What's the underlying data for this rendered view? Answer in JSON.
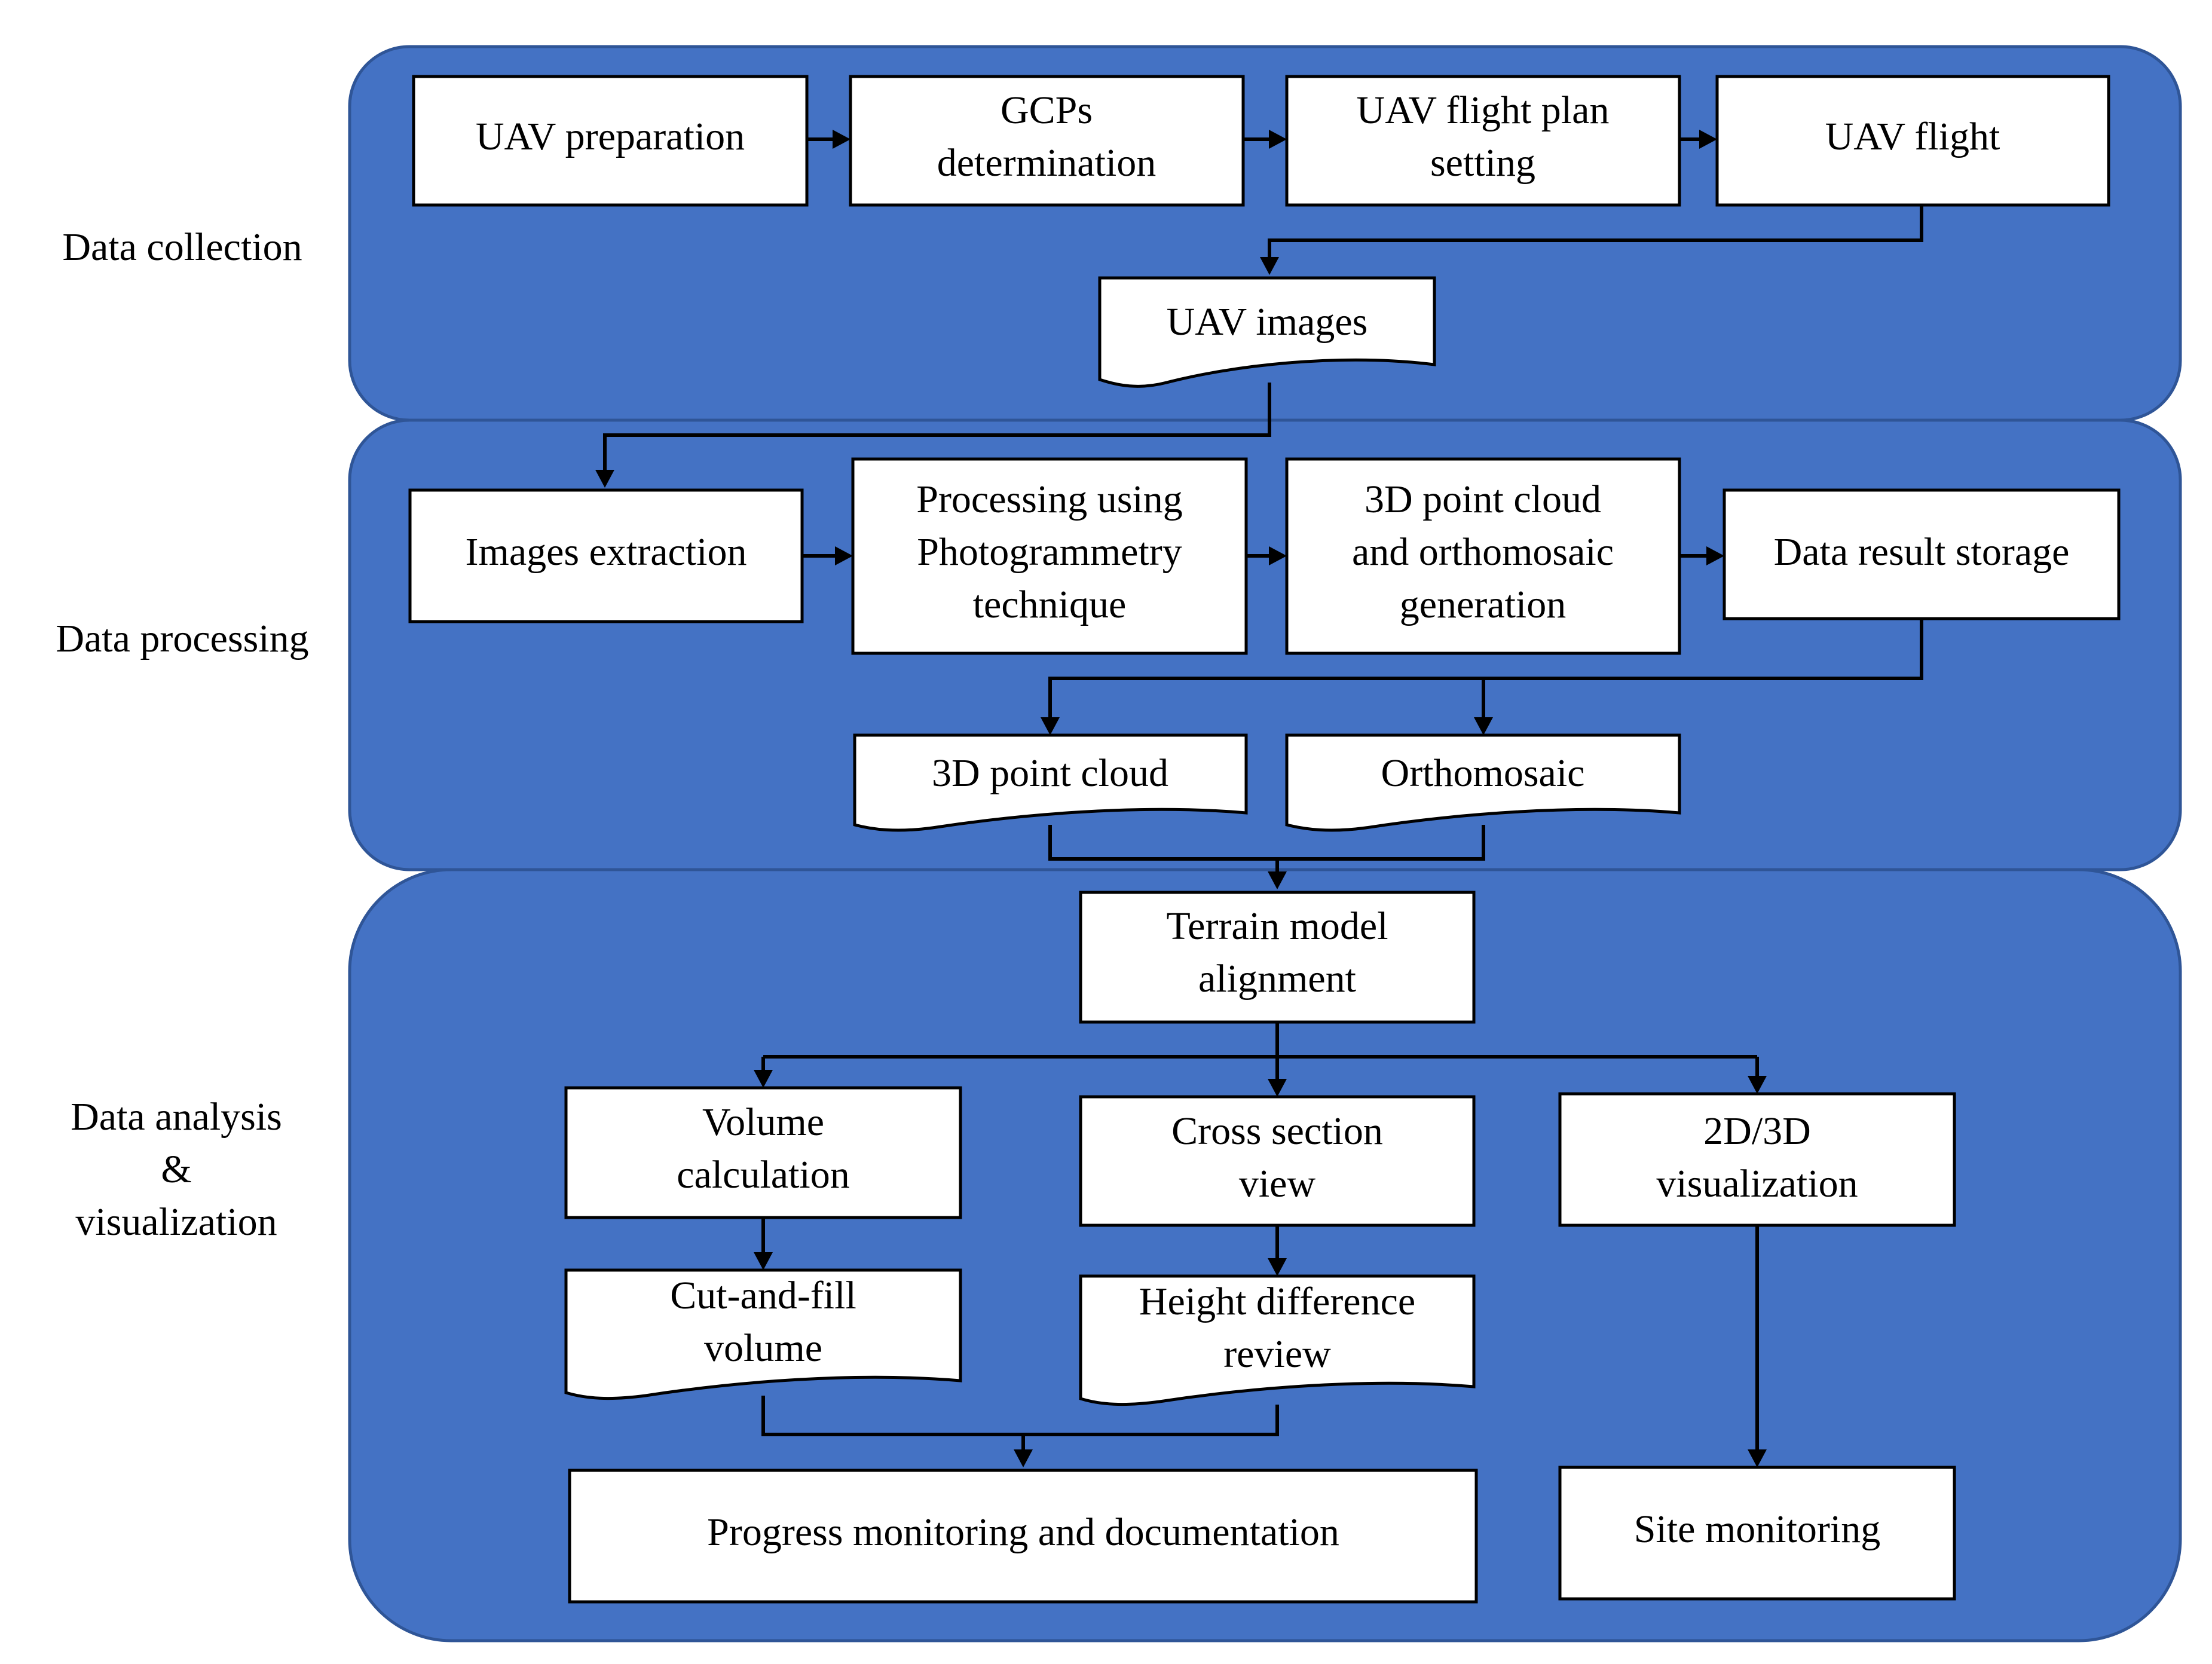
{
  "colors": {
    "panel_fill": "#4472C4",
    "panel_stroke": "#2F5597",
    "box_fill": "#ffffff",
    "line": "#000000"
  },
  "stages": {
    "collection": [
      "Data collection"
    ],
    "processing": [
      "Data processing"
    ],
    "analysis": [
      "Data analysis",
      "&",
      "visualization"
    ]
  },
  "nodes": {
    "uav_preparation": [
      "UAV preparation"
    ],
    "gcps_determination": [
      "GCPs",
      "determination"
    ],
    "flight_plan": [
      "UAV flight plan",
      "setting"
    ],
    "uav_flight": [
      "UAV flight"
    ],
    "uav_images": [
      "UAV images"
    ],
    "images_extraction": [
      "Images extraction"
    ],
    "photogrammetry": [
      "Processing using",
      "Photogrammetry",
      "technique"
    ],
    "point_cloud_generation": [
      "3D point cloud",
      "and orthomosaic",
      "generation"
    ],
    "data_storage": [
      "Data result storage"
    ],
    "point_cloud": [
      "3D point cloud"
    ],
    "orthomosaic": [
      "Orthomosaic"
    ],
    "terrain_alignment": [
      "Terrain model",
      "alignment"
    ],
    "volume_calc": [
      "Volume",
      "calculation"
    ],
    "cross_section": [
      "Cross section",
      "view"
    ],
    "visualization_2d3d": [
      "2D/3D",
      "visualization"
    ],
    "cut_fill": [
      "Cut-and-fill",
      "volume"
    ],
    "height_diff": [
      "Height difference",
      "review"
    ],
    "progress_monitoring": [
      "Progress monitoring and documentation"
    ],
    "site_monitoring": [
      "Site monitoring"
    ]
  }
}
